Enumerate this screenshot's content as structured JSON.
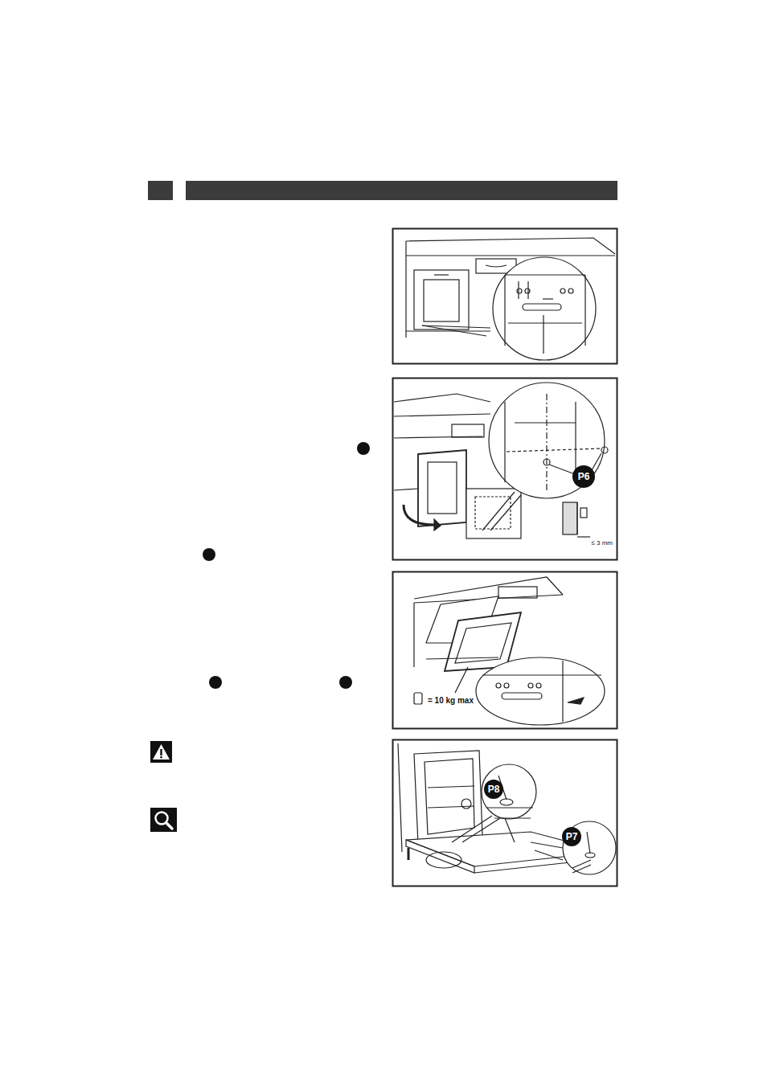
{
  "diagram": {
    "nodes": [
      {
        "text": [
          "P6"
        ]
      },
      {
        "text": [
          "P8"
        ]
      },
      {
        "text": [
          "P7"
        ]
      }
    ],
    "labels": [
      "= 10 kg max",
      "≤ 3 mm"
    ]
  }
}
